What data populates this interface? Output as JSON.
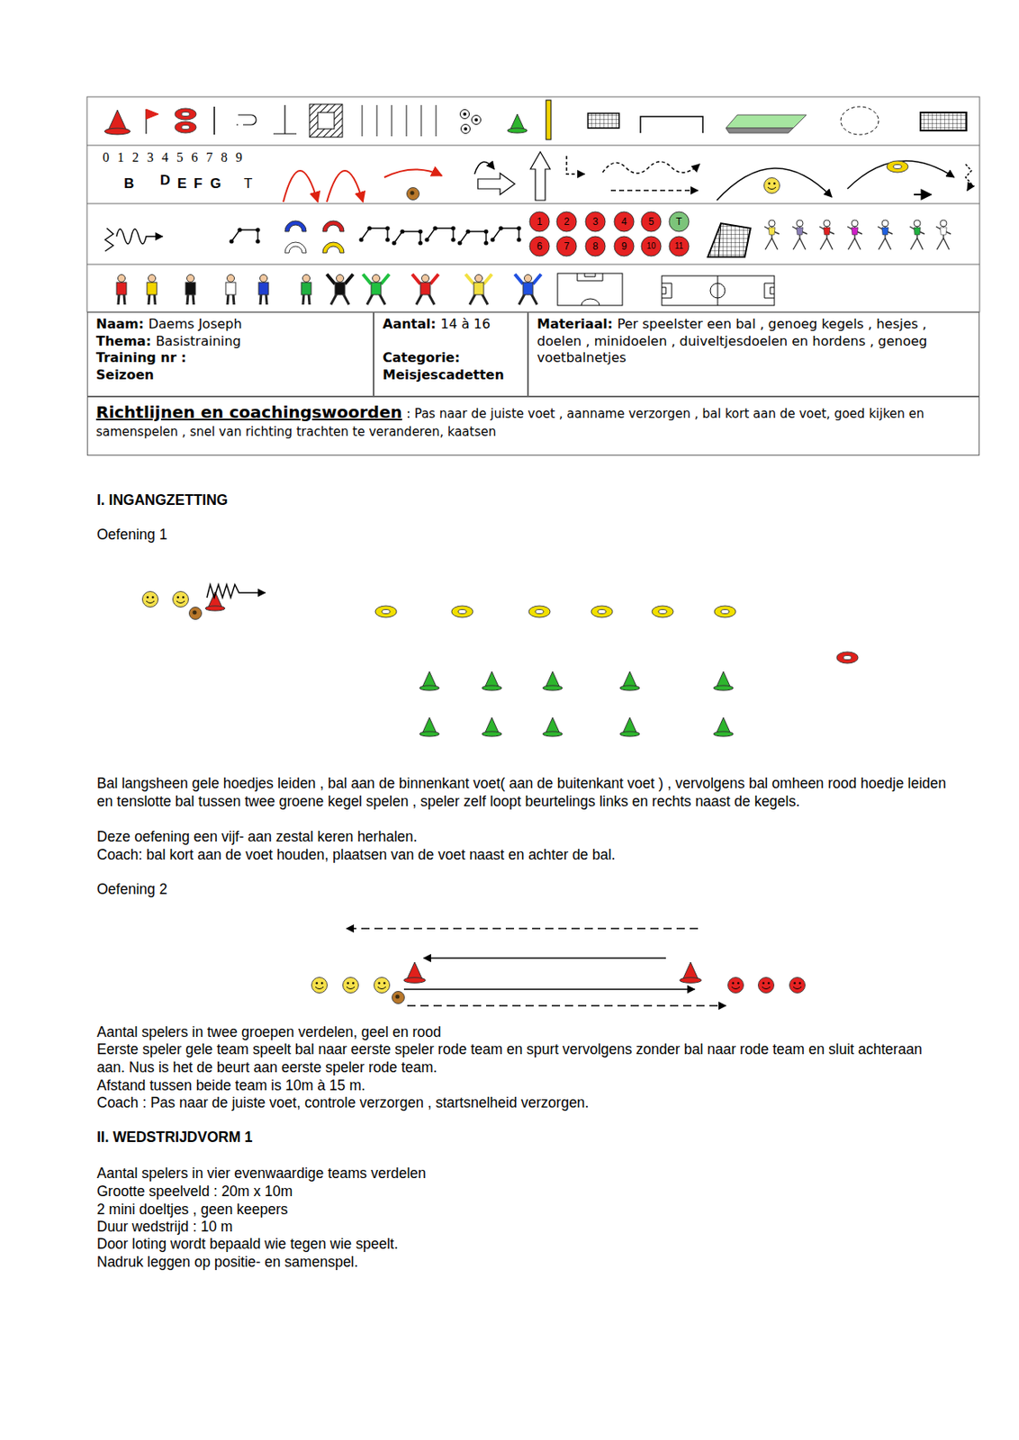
{
  "diagram": {
    "nodes": [
      {
        "text": [
          "Naam:",
          "Daems Joseph",
          "Thema:",
          "Basistraining",
          "Training nr :",
          "Seizoen"
        ]
      },
      {
        "text": [
          "Aantal:",
          "14 à 16",
          "Categorie:",
          "Meisjescadetten"
        ]
      },
      {
        "text": [
          "Materiaal:",
          "Per speelster een bal , genoeg kegels , hesjes , doelen , minidoelen , duiveltjesdoelen en hordens , genoeg voetbalnetjes"
        ]
      },
      {
        "text": [
          "Richtlijnen en coachingswoorden",
          ": Pas naar de juiste voet , aanname verzorgen , bal kort aan de voet, goed kijken en samenspelen , snel van richting trachten te veranderen, kaatsen"
        ]
      }
    ],
    "labels": [
      "0 1 2 3 4 5 6 7 8 9",
      "B",
      "D",
      "E",
      "F",
      "G",
      "T",
      "1",
      "2",
      "3",
      "4",
      "5",
      "T",
      "6",
      "7",
      "8",
      "9",
      "10",
      "11",
      "I. INGANGZETTING",
      "Oefening 1",
      "Bal langsheen gele hoedjes leiden , bal aan de binnenkant voet( aan de buitenkant voet ) , vervolgens bal omheen rood hoedje leiden en tenslotte bal tussen twee groene kegel spelen , speler zelf loopt beurtelings links en rechts naast de kegels.",
      "Deze oefening een vijf- aan zestal keren herhalen.",
      "Coach: bal kort aan de voet houden, plaatsen van de voet naast en achter de bal.",
      "Oefening 2",
      "Aantal spelers in twee groepen verdelen, geel en rood",
      "Eerste speler gele team speelt bal naar eerste speler rode team en spurt vervolgens zonder bal naar rode team en sluit achteraan aan. Nus is het de beurt aan eerste speler rode team.",
      "Afstand tussen beide team is 10m à 15 m.",
      "Coach : Pas naar de juiste voet, controle verzorgen , startsnelheid verzorgen.",
      "II. WEDSTRIJDVORM 1",
      "Aantal spelers in vier evenwaardige teams verdelen",
      "Grootte speelveld : 20m x 10m",
      "2 mini doeltjes , geen keepers",
      "Duur wedstrijd : 10 m",
      "Door loting wordt bepaald wie tegen wie speelt.",
      "Nadruk leggen op positie- en samenspel."
    ]
  }
}
